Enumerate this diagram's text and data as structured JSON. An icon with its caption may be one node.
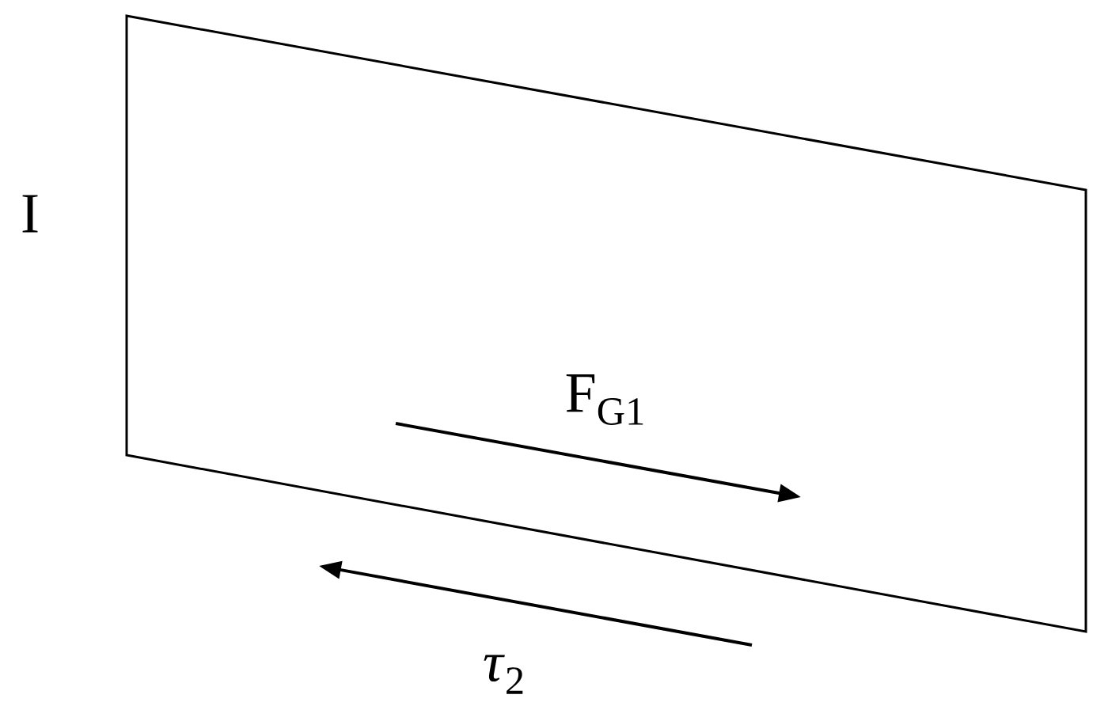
{
  "diagram": {
    "nodes": [
      {
        "text": [
          "I"
        ]
      }
    ],
    "labels": [
      "F$_{G1}$",
      "*τ*$_{2}$"
    ]
  }
}
